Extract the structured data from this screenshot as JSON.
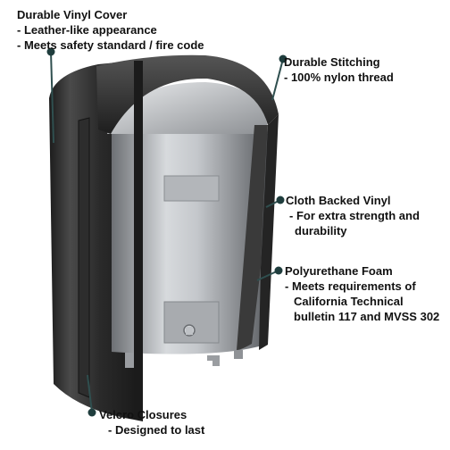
{
  "colors": {
    "jacket": "#262626",
    "jacket_highlight": "#4a4a4a",
    "tank_light": "#d7dadd",
    "tank_dark": "#6d7074",
    "callout_line": "#2f4f4f",
    "callout_dot": "#1f3d3d",
    "label_text": "#111111"
  },
  "callouts": [
    {
      "id": "vinyl-cover",
      "title": "Durable Vinyl Cover",
      "lines": [
        "- Leather-like appearance",
        "- Meets safety standard / fire code"
      ]
    },
    {
      "id": "stitching",
      "title": "Durable Stitching",
      "lines": [
        "- 100% nylon thread"
      ]
    },
    {
      "id": "cloth-vinyl",
      "title": "Cloth Backed Vinyl",
      "lines": [
        "- For extra strength and",
        "durability"
      ]
    },
    {
      "id": "foam",
      "title": "Polyurethane Foam",
      "lines": [
        "- Meets requirements of",
        "California Technical",
        "bulletin 117 and MVSS 302"
      ]
    },
    {
      "id": "velcro",
      "title": "Velcro Closures",
      "lines": [
        "- Designed to last"
      ]
    }
  ]
}
